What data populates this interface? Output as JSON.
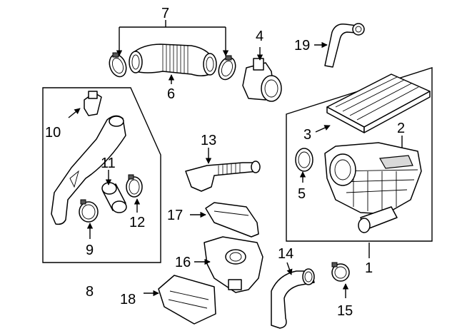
{
  "callouts": [
    "1",
    "2",
    "3",
    "4",
    "5",
    "6",
    "7",
    "8",
    "9",
    "10",
    "11",
    "12",
    "13",
    "14",
    "15",
    "16",
    "17",
    "18",
    "19"
  ]
}
